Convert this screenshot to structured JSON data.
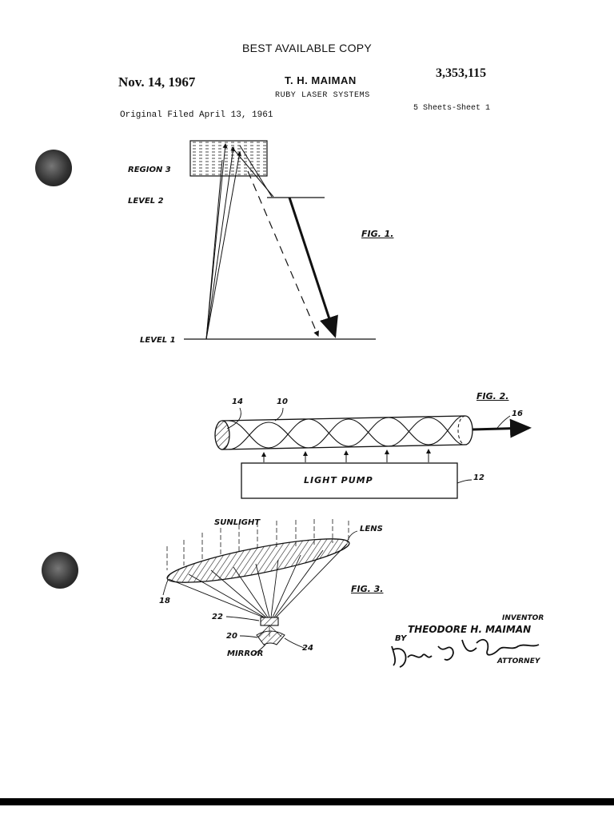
{
  "header": {
    "best_available": "BEST AVAILABLE COPY",
    "date": "Nov. 14, 1967",
    "inventor_name": "T. H. MAIMAN",
    "patent_number": "3,353,115",
    "title": "RUBY LASER SYSTEMS",
    "filed": "Original Filed April 13, 1961",
    "sheets": "5 Sheets-Sheet 1"
  },
  "figure1": {
    "label": "FIG. 1.",
    "region": "REGION 3",
    "level2": "LEVEL 2",
    "level1": "LEVEL 1"
  },
  "figure2": {
    "label": "FIG. 2.",
    "ref_14": "14",
    "ref_10": "10",
    "ref_16": "16",
    "light_pump": "LIGHT PUMP",
    "ref_12": "12"
  },
  "figure3": {
    "label": "FIG. 3.",
    "sunlight": "SUNLIGHT",
    "lens": "LENS",
    "ref_18": "18",
    "ref_22": "22",
    "ref_20": "20",
    "mirror": "MIRROR",
    "ref_24": "24"
  },
  "signature": {
    "inventor_label": "INVENTOR",
    "by": "BY",
    "inventor_signature": "THEODORE H. MAIMAN",
    "attorney_label": "ATTORNEY"
  }
}
